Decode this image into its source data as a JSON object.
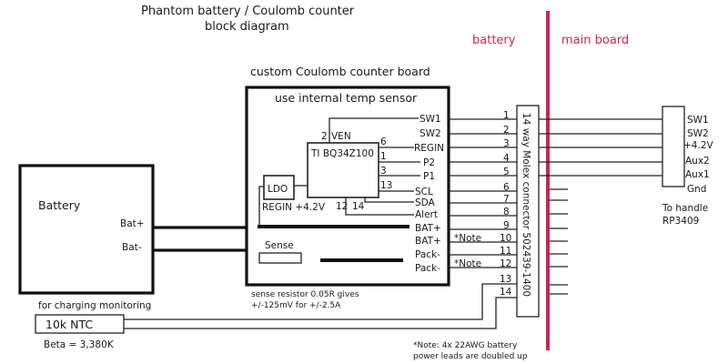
{
  "title": {
    "line1": "Phantom battery / Coulomb counter",
    "line2": "block diagram"
  },
  "zones": {
    "battery_label": "battery",
    "main_board_label": "main board",
    "divider_color": "#c8284a"
  },
  "battery_block": {
    "label": "Battery",
    "pins": [
      "Bat+",
      "Bat-"
    ]
  },
  "coulomb_board": {
    "caption": "custom Coulomb counter board",
    "header": "use internal temp sensor",
    "chip": {
      "label": "TI BQ34Z100",
      "pins": [
        {
          "num": "2",
          "name": "VEN"
        },
        {
          "num": "6"
        },
        {
          "num": "1"
        },
        {
          "num": "3"
        },
        {
          "num": "13"
        },
        {
          "num": "12"
        },
        {
          "num": "14"
        }
      ]
    },
    "ldo": {
      "label": "LDO",
      "caption": "REGIN +4.2V"
    },
    "sense": {
      "label": "Sense",
      "note_line1": "sense resistor 0.05R gives",
      "note_line2": "+/-125mV for +/-2.5A"
    },
    "outputs": [
      "SW1",
      "SW2",
      "REGIN",
      "P2",
      "P1",
      "SCL",
      "SDA",
      "Alert",
      "BAT+",
      "BAT+",
      "Pack-",
      "Pack-"
    ]
  },
  "connector": {
    "label": "14 way Molex connector 502439-1400",
    "pins": [
      "1",
      "2",
      "3",
      "4",
      "5",
      "6",
      "7",
      "8",
      "9",
      "10",
      "11",
      "12",
      "13",
      "14"
    ],
    "notes": [
      {
        "pin": "10",
        "text": "*Note"
      },
      {
        "pin": "12",
        "text": "*Note"
      }
    ]
  },
  "handle": {
    "pins": [
      "SW1",
      "SW2",
      "+4.2V",
      "Aux2",
      "Aux1",
      "Gnd"
    ],
    "caption_line1": "To handle",
    "caption_line2": "RP3409"
  },
  "ntc": {
    "caption": "for charging monitoring",
    "label": "10k NTC",
    "beta": "Beta = 3,380K"
  },
  "footnote": {
    "line1": "*Note: 4x 22AWG battery",
    "line2": "power leads are doubled up"
  }
}
